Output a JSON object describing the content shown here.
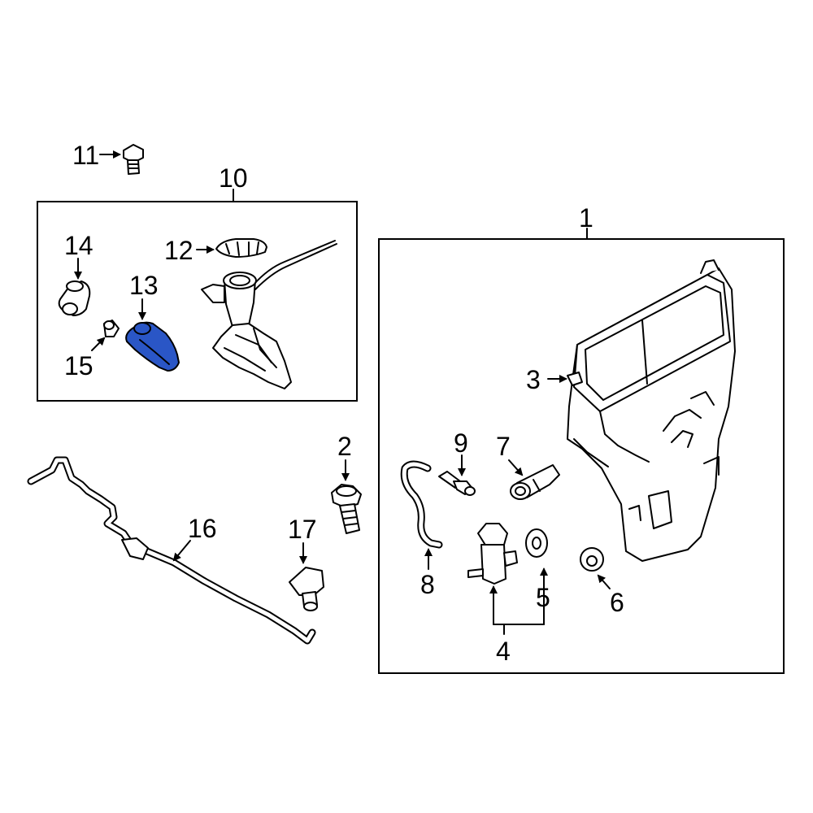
{
  "diagram": {
    "highlight_color": "#2a56c6",
    "callouts": {
      "c1": "1",
      "c2": "2",
      "c3": "3",
      "c4": "4",
      "c5": "5",
      "c6": "6",
      "c7": "7",
      "c8": "8",
      "c9": "9",
      "c10": "10",
      "c11": "11",
      "c12": "12",
      "c13": "13",
      "c14": "14",
      "c15": "15",
      "c16": "16",
      "c17": "17"
    }
  }
}
